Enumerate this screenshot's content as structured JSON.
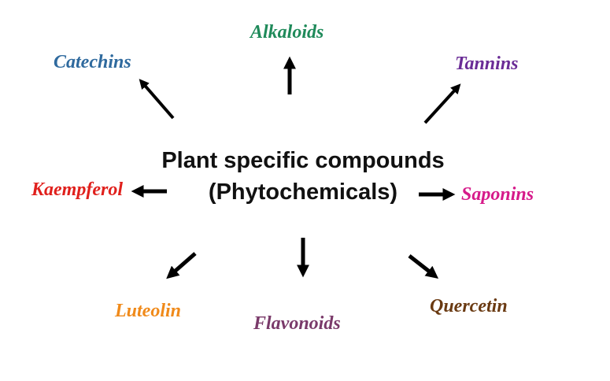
{
  "center": {
    "line1": "Plant specific compounds",
    "line2": "(Phytochemicals)"
  },
  "compounds": {
    "alkaloids": {
      "label": "Alkaloids",
      "color": "#1f8a5a"
    },
    "catechins": {
      "label": "Catechins",
      "color": "#2f6a9e"
    },
    "tannins": {
      "label": "Tannins",
      "color": "#6a2c96"
    },
    "kaempferol": {
      "label": "Kaempferol",
      "color": "#e0201c"
    },
    "saponins": {
      "label": "Saponins",
      "color": "#d61a8a"
    },
    "luteolin": {
      "label": "Luteolin",
      "color": "#f08a1a"
    },
    "flavonoids": {
      "label": "Flavonoids",
      "color": "#7a3a6a"
    },
    "quercetin": {
      "label": "Quercetin",
      "color": "#6a3a12"
    }
  }
}
